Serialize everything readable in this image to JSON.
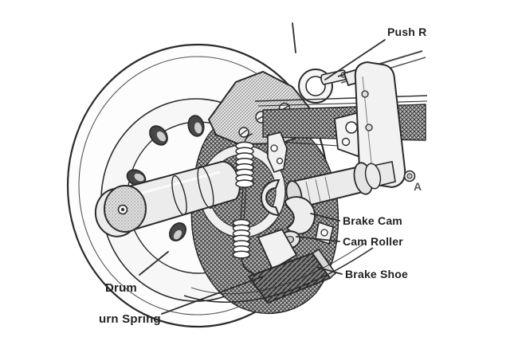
{
  "diagram": {
    "description": "Cutaway line drawing of an S-cam drum brake assembly",
    "colors": {
      "background": "#ffffff",
      "ink": "#2b2b2b",
      "label_text": "#222222",
      "shade_light": "#f2f2f2",
      "hatch_dark": "#4a4a4a"
    },
    "labels": {
      "push_rod": "Push R",
      "partial_a": "A",
      "brake_cam": "Brake Cam",
      "cam_roller": "Cam Roller",
      "brake_shoe": "Brake Shoe",
      "drum": "Drum",
      "return_spring": "urn Spring"
    }
  }
}
